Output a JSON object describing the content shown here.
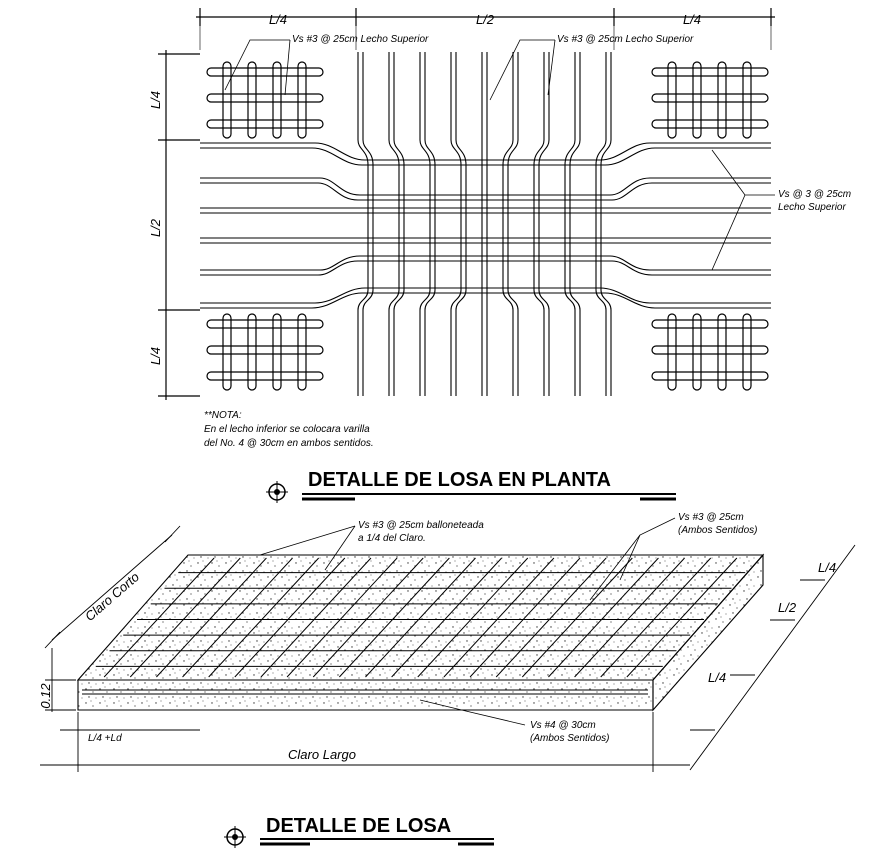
{
  "plan": {
    "dims": {
      "top_left": "L/4",
      "top_mid": "L/2",
      "top_right": "L/4",
      "left_top": "L/4",
      "left_mid": "L/2",
      "left_bot": "L/4"
    },
    "labels": {
      "a": "Vs #3 @ 25cm  Lecho Superior",
      "b": "Vs #3 @ 25cm  Lecho Superior",
      "c1": "Vs @ 3 @ 25cm",
      "c2": "Lecho Superior"
    },
    "note": {
      "l1": "**NOTA:",
      "l2": "En el lecho inferior se colocara varilla",
      "l3": "del No. 4 @ 30cm  en ambos sentidos."
    },
    "title": "DETALLE DE LOSA EN PLANTA"
  },
  "iso": {
    "labels": {
      "a1": "Vs #3 @ 25cm balloneteada",
      "a2": "a 1/4 del Claro.",
      "b1": "Vs #3 @ 25cm",
      "b2": "(Ambos Sentidos)",
      "c1": "Vs #4 @ 30cm",
      "c2": "(Ambos Sentidos)",
      "corto": "Claro Corto",
      "largo": "Claro Largo",
      "thick": "0.12",
      "ld": "L/4 +Ld"
    },
    "dims": {
      "r1": "L/4",
      "r2": "L/2",
      "r3": "L/4"
    },
    "title": "DETALLE DE LOSA"
  }
}
